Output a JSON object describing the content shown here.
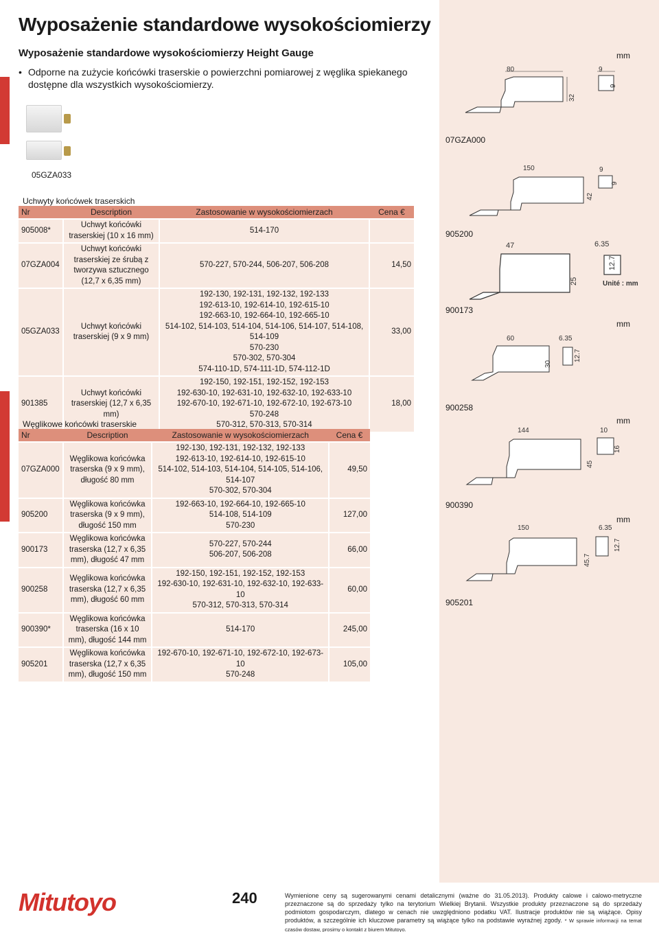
{
  "header": {
    "title": "Wyposażenie standardowe wysokościomierzy",
    "subtitle": "Wyposażenie standardowe wysokościomierzy Height Gauge",
    "bullet": "Odporne na zużycie końcówki traserskie o powierzchni pomiarowej z węglika spiekanego dostępne dla wszystkich wysokościomierzy."
  },
  "photo_label": "05GZA033",
  "table1": {
    "caption": "Uchwyty końcówek traserskich",
    "headers": [
      "Nr",
      "Description",
      "Zastosowanie w wysokościomierzach",
      "Cena €"
    ],
    "rows": [
      {
        "nr": "905008*",
        "desc": "Uchwyt końcówki traserskiej (10 x 16 mm)",
        "use": "514-170",
        "price": ""
      },
      {
        "nr": "07GZA004",
        "desc": "Uchwyt końcówki traserskiej ze śrubą z tworzywa sztucznego (12,7 x 6,35 mm)",
        "use": "570-227, 570-244, 506-207, 506-208",
        "price": "14,50"
      },
      {
        "nr": "05GZA033",
        "desc": "Uchwyt końcówki traserskiej (9 x 9 mm)",
        "use": "192-130, 192-131, 192-132, 192-133\n192-613-10, 192-614-10, 192-615-10\n192-663-10, 192-664-10, 192-665-10\n514-102, 514-103, 514-104, 514-106, 514-107, 514-108, 514-109\n570-230\n570-302, 570-304\n574-110-1D, 574-111-1D, 574-112-1D",
        "price": "33,00"
      },
      {
        "nr": "901385",
        "desc": "Uchwyt końcówki traserskiej (12,7 x 6,35 mm)",
        "use": "192-150, 192-151, 192-152, 192-153\n192-630-10, 192-631-10, 192-632-10, 192-633-10\n192-670-10, 192-671-10, 192-672-10, 192-673-10\n570-248\n570-312, 570-313, 570-314",
        "price": "18,00"
      }
    ]
  },
  "table2": {
    "caption": "Węglikowe końcówki traserskie",
    "headers": [
      "Nr",
      "Description",
      "Zastosowanie w wysokościomierzach",
      "Cena €"
    ],
    "rows": [
      {
        "nr": "07GZA000",
        "desc": "Węglikowa końcówka traserska (9 x 9 mm), długość 80 mm",
        "use": "192-130, 192-131, 192-132, 192-133\n192-613-10, 192-614-10, 192-615-10\n514-102, 514-103, 514-104, 514-105, 514-106, 514-107\n570-302, 570-304",
        "price": "49,50"
      },
      {
        "nr": "905200",
        "desc": "Węglikowa końcówka traserska (9 x 9 mm), długość 150 mm",
        "use": "192-663-10, 192-664-10, 192-665-10\n514-108, 514-109\n570-230",
        "price": "127,00"
      },
      {
        "nr": "900173",
        "desc": "Węglikowa końcówka traserska (12,7 x 6,35 mm), długość 47 mm",
        "use": "570-227, 570-244\n506-207, 506-208",
        "price": "66,00"
      },
      {
        "nr": "900258",
        "desc": "Węglikowa końcówka traserska (12,7 x 6,35 mm), długość 60 mm",
        "use": "192-150, 192-151, 192-152, 192-153\n192-630-10, 192-631-10, 192-632-10, 192-633-10\n570-312, 570-313, 570-314",
        "price": "60,00"
      },
      {
        "nr": "900390*",
        "desc": "Węglikowa końcówka traserska (16 x 10 mm), długość 144 mm",
        "use": "514-170",
        "price": "245,00"
      },
      {
        "nr": "905201",
        "desc": "Węglikowa końcówka traserska (12,7 x 6,35 mm), długość 150 mm",
        "use": "192-670-10, 192-671-10, 192-672-10, 192-673-10\n570-248",
        "price": "105,00"
      }
    ]
  },
  "drawings": {
    "unit": "mm",
    "unit_jp": "Unité : mm",
    "d1": {
      "code": "07GZA000",
      "len": "80",
      "w": "9",
      "h": "9",
      "tall": "32"
    },
    "d2": {
      "code": "905200",
      "len": "150",
      "w": "9",
      "h": "9",
      "tall": "42"
    },
    "d3": {
      "code": "900173",
      "len": "47",
      "w": "6.35",
      "h": "12.7",
      "tall": "25"
    },
    "d4": {
      "code": "900258",
      "len": "60",
      "w": "6.35",
      "h": "12.7",
      "tall": "30"
    },
    "d5": {
      "code": "900390",
      "len": "144",
      "w": "10",
      "h": "16",
      "tall": "45"
    },
    "d6": {
      "code": "905201",
      "len": "150",
      "w": "6.35",
      "h": "12.7",
      "tall": "45.7"
    }
  },
  "footer": {
    "logo": "Mitutoyo",
    "page": "240",
    "note": "Wymienione ceny są sugerowanymi cenami detalicznymi (ważne do 31.05.2013). Produkty calowe i calowo-metryczne przeznaczone są do sprzedaży tylko na terytorium Wielkiej Brytanii. Wszystkie produkty przeznaczone są do sprzedaży podmiotom gospodarczym, dlatego w cenach nie uwzględniono podatku VAT. Ilustracje produktów nie są wiążące. Opisy produktów, a szczególnie ich kluczowe parametry są wiążące tylko na podstawie wyraźnej zgody.",
    "note_small": "* W sprawie informacji na temat czasów dostaw, prosimy o kontakt z biurem Mitutoyo."
  },
  "colors": {
    "accent": "#d23a33",
    "header_row": "#dd8f7b",
    "row_bg": "#f8e9e1"
  }
}
